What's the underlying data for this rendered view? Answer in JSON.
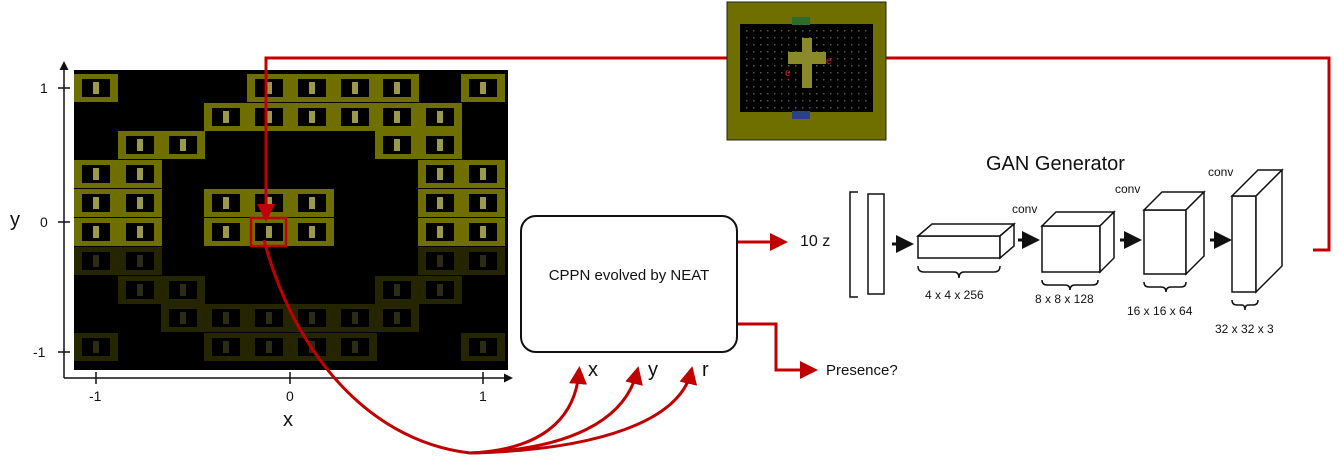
{
  "axis": {
    "y_label": "y",
    "x_label": "x",
    "y_ticks": [
      "1",
      "0",
      "-1"
    ],
    "x_ticks": [
      "-1",
      "0",
      "1"
    ]
  },
  "cppn": {
    "label": "CPPN  evolved by NEAT"
  },
  "inputs": {
    "x": "x",
    "y": "y",
    "r": "r"
  },
  "outputs": {
    "presence": "Presence?",
    "latent": "10 z"
  },
  "gan": {
    "title": "GAN Generator",
    "layers": [
      {
        "conv": "",
        "dims": "4 x 4 x 256"
      },
      {
        "conv": "conv",
        "dims": "8 x 8 x 128"
      },
      {
        "conv": "conv",
        "dims": "16 x 16 x 64"
      },
      {
        "conv": "conv",
        "dims": "32 x 32 x 3"
      }
    ]
  },
  "colors": {
    "accent": "#c00000",
    "room_border": "#6f6f00",
    "room_fill": "#000000",
    "dim_room_border": "#3a3a00"
  }
}
